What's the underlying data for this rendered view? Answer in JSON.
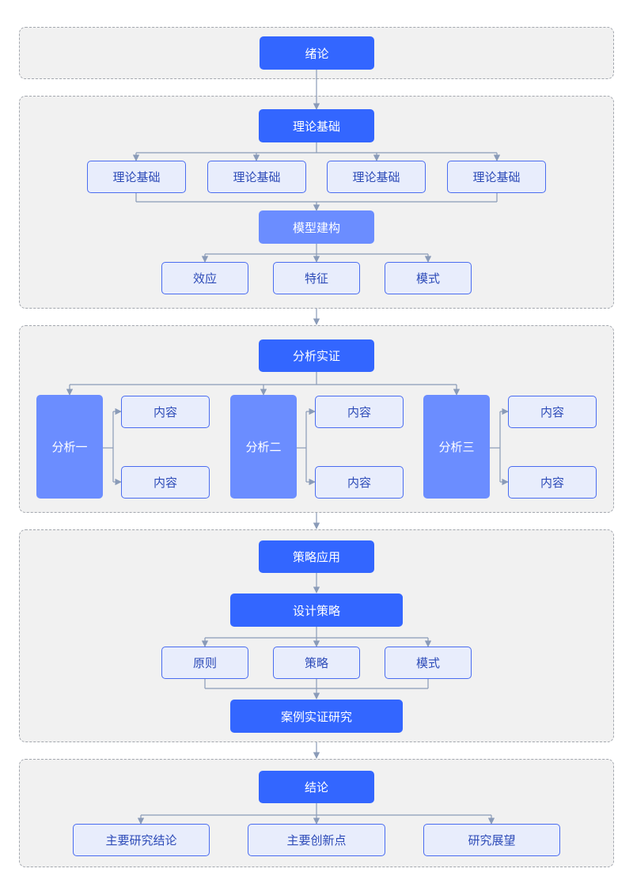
{
  "s1": {
    "main": "绪论"
  },
  "s2": {
    "main": "理论基础",
    "items": [
      "理论基础",
      "理论基础",
      "理论基础",
      "理论基础"
    ],
    "model": "模型建构",
    "model_items": [
      "效应",
      "特征",
      "模式"
    ]
  },
  "s3": {
    "main": "分析实证",
    "groups": [
      {
        "title": "分析一",
        "items": [
          "内容",
          "内容"
        ]
      },
      {
        "title": "分析二",
        "items": [
          "内容",
          "内容"
        ]
      },
      {
        "title": "分析三",
        "items": [
          "内容",
          "内容"
        ]
      }
    ]
  },
  "s4": {
    "main": "策略应用",
    "design": "设计策略",
    "items": [
      "原则",
      "策略",
      "模式"
    ],
    "case": "案例实证研究"
  },
  "s5": {
    "main": "结论",
    "items": [
      "主要研究结论",
      "主要创新点",
      "研究展望"
    ]
  },
  "colors": {
    "primary": "#3366ff",
    "secondary": "#6b8dff",
    "sub_fill": "#e8edfc",
    "sub_border": "#4a6cf0",
    "line": "#8a9bb8",
    "section_bg": "#f1f1f1"
  }
}
